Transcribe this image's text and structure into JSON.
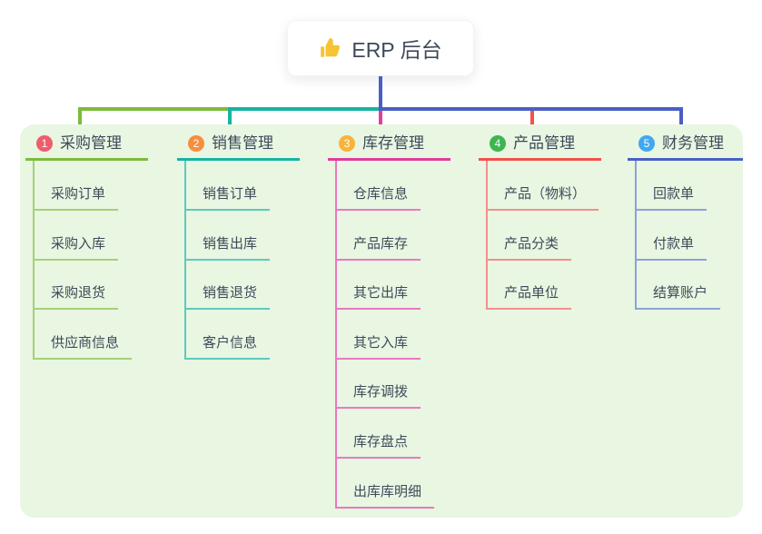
{
  "root": {
    "label": "ERP 后台",
    "icon": "thumbs-up-icon",
    "icon_color": "#f7c331"
  },
  "connector_color": "#4a5fc5",
  "panel_bg": "#e8f6e2",
  "branches": [
    {
      "index": "1",
      "label": "采购管理",
      "badge_color": "#ef5d6c",
      "line_color": "#7eba3e",
      "child_line_color": "#a6d077",
      "children": [
        "采购订单",
        "采购入库",
        "采购退货",
        "供应商信息"
      ]
    },
    {
      "index": "2",
      "label": "销售管理",
      "badge_color": "#f78e3d",
      "line_color": "#17b3a3",
      "child_line_color": "#5fc9bc",
      "children": [
        "销售订单",
        "销售出库",
        "销售退货",
        "客户信息"
      ]
    },
    {
      "index": "3",
      "label": "库存管理",
      "badge_color": "#f8b33a",
      "line_color": "#e03d9d",
      "child_line_color": "#ea79c1",
      "children": [
        "仓库信息",
        "产品库存",
        "其它出库",
        "其它入库",
        "库存调拨",
        "库存盘点",
        "出库库明细"
      ]
    },
    {
      "index": "4",
      "label": "产品管理",
      "badge_color": "#3db551",
      "line_color": "#f2514d",
      "child_line_color": "#f68f8b",
      "children": [
        "产品（物料）",
        "产品分类",
        "产品单位"
      ]
    },
    {
      "index": "5",
      "label": "财务管理",
      "badge_color": "#41a7f0",
      "line_color": "#4a5fc5",
      "child_line_color": "#8da1da",
      "children": [
        "回款单",
        "付款单",
        "结算账户"
      ]
    }
  ]
}
